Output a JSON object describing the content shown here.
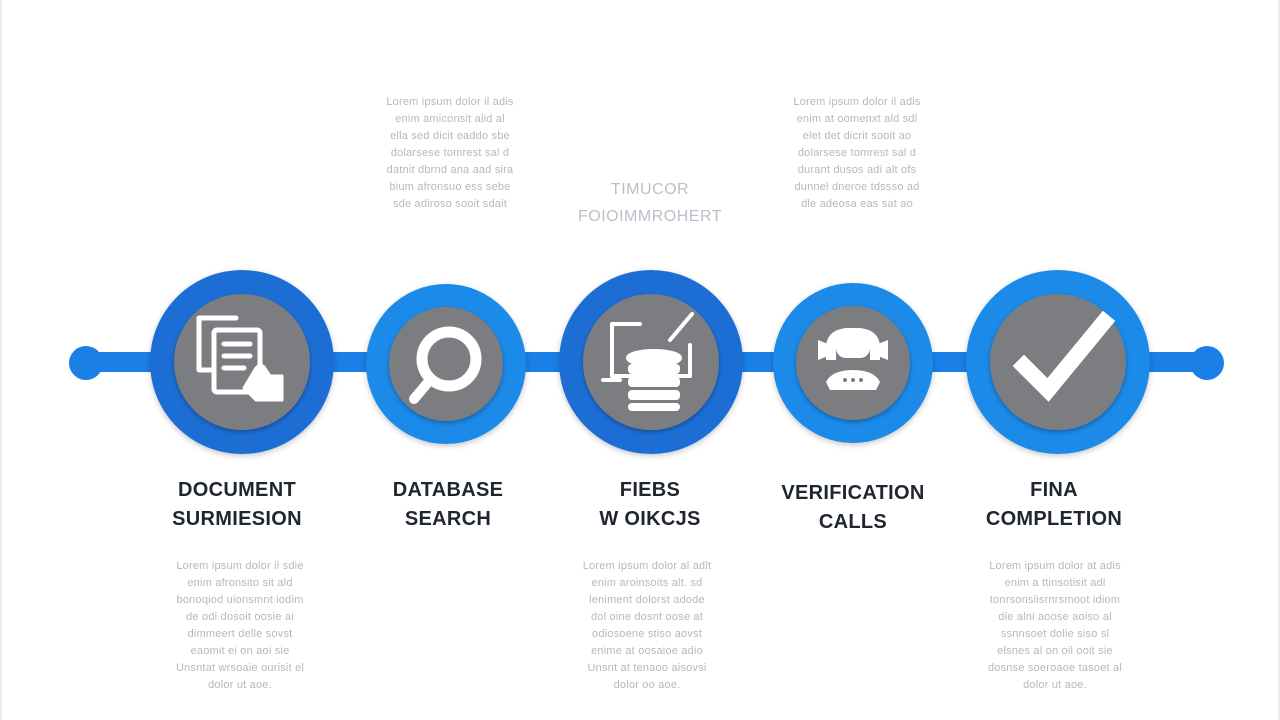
{
  "header": {
    "caption_lines": [
      "TIMUCOR",
      "FOIOIMMROHERT"
    ]
  },
  "top_paragraphs": [
    {
      "lines": [
        "Lorem ipsum dolor il adis",
        "enim amiconsit alid al",
        "ella sed dicit eaddo sbe",
        "dolarsese tomrest sal d",
        "datnit dbrnd ana aad sira",
        "bium afronsuo ess sebe",
        "sde adiroso sooit sdait"
      ]
    },
    {
      "lines": [
        "Lorem ipsum dolor il adis",
        "enim at oomenxt ald sdl",
        "elet det dicrit sooit ao",
        "dolarsese tomrest sal d",
        "durant dusos adi alt ofs",
        "dunnel dneroe tdssso ad",
        "dle adeosa eas sat ao"
      ]
    }
  ],
  "steps": [
    {
      "title_lines": [
        "DOCUMENT",
        "SURMIESION"
      ],
      "icon": "document-hand-icon"
    },
    {
      "title_lines": [
        "DATABASE",
        "SEARCH"
      ],
      "icon": "magnifier-icon"
    },
    {
      "title_lines": [
        "FIEBS",
        "W OIKCJS"
      ],
      "icon": "database-monitor-icon"
    },
    {
      "title_lines": [
        "VERIFICATION",
        "CALLS"
      ],
      "icon": "phone-call-icon"
    },
    {
      "title_lines": [
        "FINA",
        "COMPLETION"
      ],
      "icon": "checkmark-icon"
    }
  ],
  "bottom_paragraphs": [
    {
      "lines": [
        "Lorem ipsum dolor il sdie",
        "enim afronsito sit ald",
        "bonoqiod uionsmnt iodim",
        "de odi dosoit oosie ai",
        "dimmeert delle sovst",
        "eaomit ei on aoi sie",
        "Unsntat wrsoaie ourisit el",
        "dolor ut aoe."
      ]
    },
    {
      "lines": [
        "Lorem ipsum dolor al adlt",
        "enim aroinsoits alt. sd",
        "leniment dolorst adode",
        "dol oine dosnt oose at",
        "odiosoene stiso aovst",
        "enime at oosaioe adio",
        "Unsnt at tenaoo aisovsi",
        "dolor oo aoe."
      ]
    },
    {
      "lines": [
        "Lorem ipsum dolor at adis",
        "enim a ttinsotisit adl",
        "tonrsonslisrnrsmoot idiom",
        "die alni aoose aoiso al",
        "ssnnsoet dolie siso sl",
        "elsnes al on oil ooit sie",
        "dosnse soeroaoe tasoet al",
        "dolor ut aoe."
      ]
    }
  ],
  "colors": {
    "line": "#1a7fe6",
    "ring_dark": "#1f6ed4",
    "ring_light": "#1a8ae8",
    "inner": "#7c7d80",
    "icon": "#ffffff",
    "title_text": "#1f2630",
    "para_text": "#b5b8bd"
  }
}
